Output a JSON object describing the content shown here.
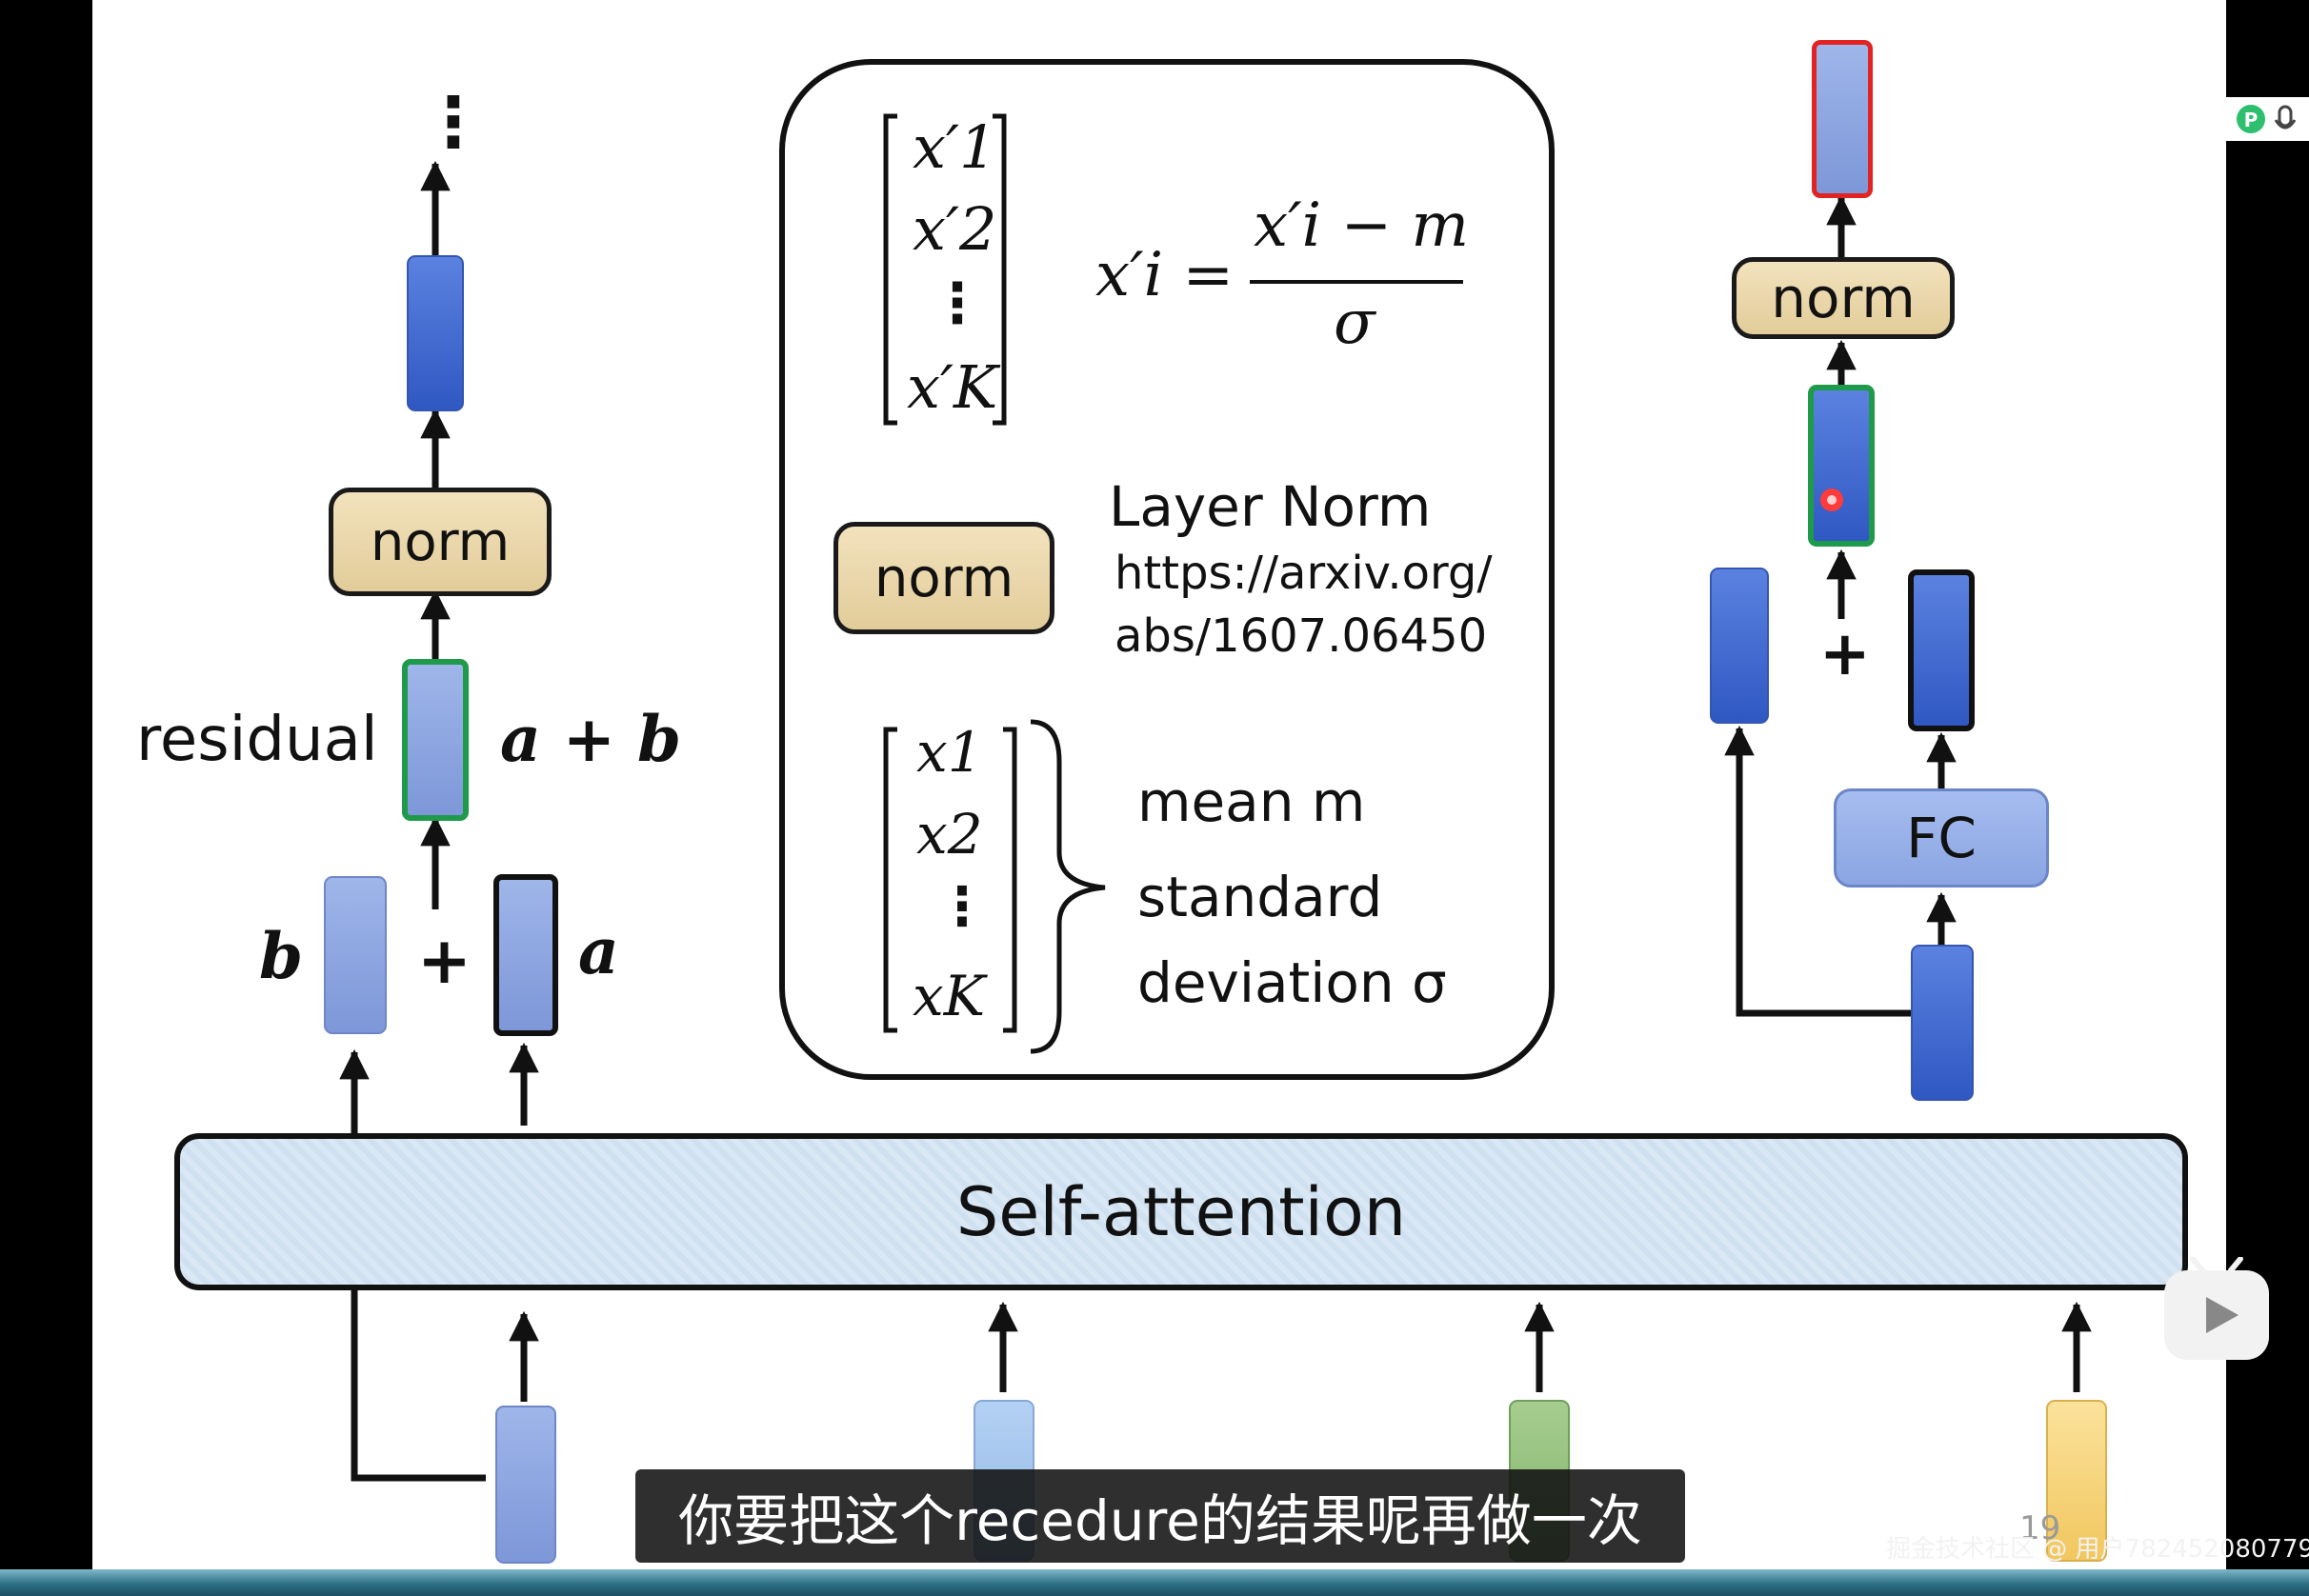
{
  "diagram": {
    "self_attention_label": "Self-attention",
    "left": {
      "norm_label": "norm",
      "residual_label": "residual",
      "sum_label": "a + b",
      "b_label": "b",
      "a_label": "a",
      "plus": "+",
      "ellipsis": "⋮"
    },
    "center": {
      "norm_label": "norm",
      "output_vector": [
        "x′1",
        "x′2",
        "⋮",
        "x′K"
      ],
      "input_vector": [
        "x1",
        "x2",
        "⋮",
        "xK"
      ],
      "formula_lhs": "x′i =",
      "formula_numerator": "x′i − m",
      "formula_denominator": "σ",
      "layer_norm_title": "Layer Norm",
      "layer_norm_link_line1": "https://arxiv.org/",
      "layer_norm_link_line2": "abs/1607.06450",
      "mean_label": "mean m",
      "std_label_line1": "standard",
      "std_label_line2": "deviation σ"
    },
    "right": {
      "norm_label": "norm",
      "fc_label": "FC",
      "plus": "+"
    }
  },
  "overlay": {
    "subtitle": "你要把这个recedure的结果呢再做一次",
    "watermark": "掘金技术社区 @ 用户782452080779",
    "page_number": "19",
    "icons": [
      "play-icon",
      "plugin-icon",
      "microphone-icon",
      "cursor-dot-icon"
    ]
  },
  "colors": {
    "vector_light": "#8fa8e6",
    "vector_dark": "#3a62cc",
    "green_highlight": "#1f9a4b",
    "red_highlight": "#e32222",
    "norm_fill": "#ead7aa",
    "self_attention_fill": "#d5e5f3",
    "input_light_blue": "#9cc1ec",
    "input_green": "#8dbd78",
    "input_yellow": "#f5d27a"
  }
}
